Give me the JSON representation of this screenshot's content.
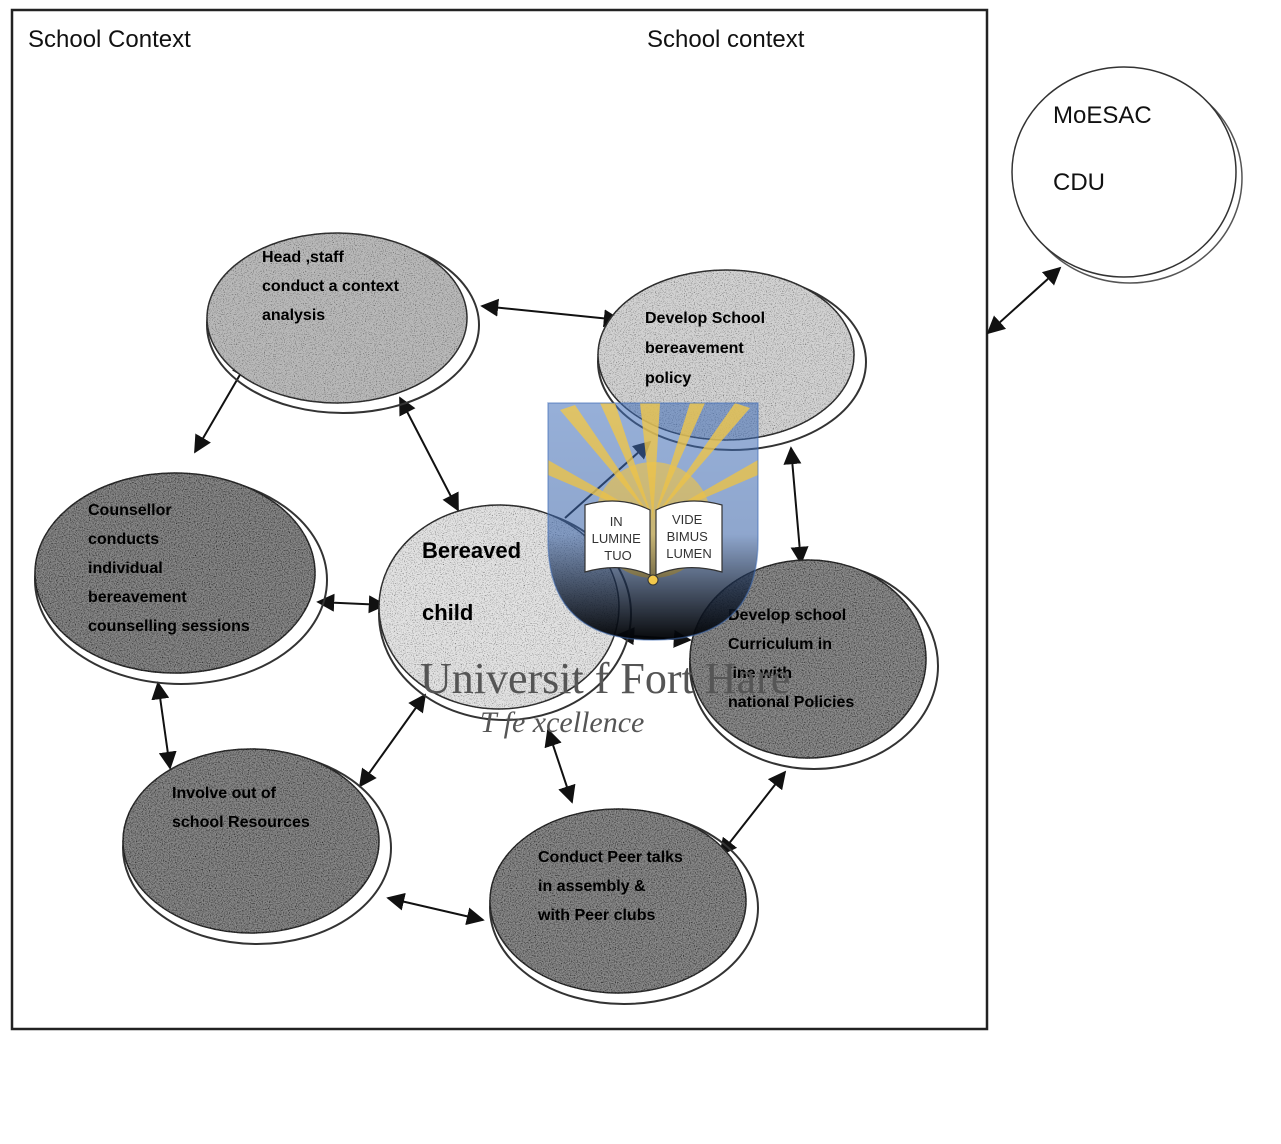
{
  "school_context_left": "School Context",
  "school_context_right": "School context",
  "external": {
    "line1": "MoESAC",
    "line2": "CDU"
  },
  "nodes": {
    "context_analysis": [
      "Head ,staff",
      "conduct a context",
      "analysis"
    ],
    "policy": [
      "Develop School",
      "bereavement",
      "policy"
    ],
    "counsellor": [
      "Counsellor",
      "conducts",
      "individual",
      "bereavement",
      "counselling sessions"
    ],
    "child": [
      "Bereaved",
      "child"
    ],
    "curriculum": [
      "Develop school",
      "Curriculum in",
      "line with",
      "national Policies"
    ],
    "out_of_school": [
      "Involve out of",
      "school Resources"
    ],
    "peer_talks": [
      "Conduct Peer talks",
      "in assembly &",
      "with Peer clubs"
    ]
  },
  "watermark": {
    "university": "Universit     f Fort Hare",
    "motto": "T   fe             xcellence",
    "book_left": [
      "IN",
      "LUMINE",
      "TUO"
    ],
    "book_right": [
      "VIDE",
      "BIMUS",
      "LUMEN"
    ]
  },
  "colors": {
    "border": "#222222",
    "node_dark": "#7a7a7a",
    "node_light": "#d4d4d4",
    "logo_blue": "#3f6db8",
    "logo_gold": "#f2c84b"
  }
}
